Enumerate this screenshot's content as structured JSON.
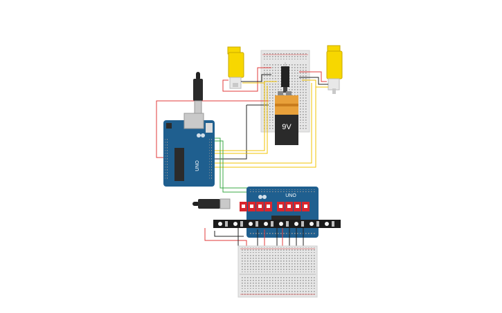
{
  "battery": {
    "voltage_label": "9V"
  },
  "arduino_main": {
    "model_label": "UNO"
  },
  "arduino_shield": {
    "model_label": "UNO"
  },
  "colors": {
    "wire_red": "#e23a3a",
    "wire_black": "#222222",
    "wire_yellow": "#f2c300",
    "wire_green": "#39a845",
    "arduino_blue": "#1f5f8f",
    "motor_yellow": "#f7d700",
    "breadboard": "#e6e6e6",
    "relay_red": "#d9262e",
    "neopixel_strip": "#1b1b1b"
  },
  "relay_count": 8,
  "neopixel_count": 8
}
